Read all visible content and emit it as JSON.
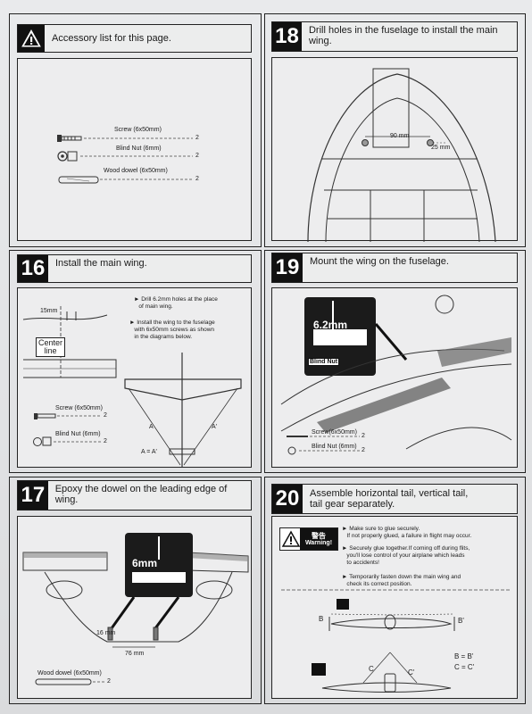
{
  "acc": {
    "title": "Accessory list for this page.",
    "screw": "Screw (6x50mm)",
    "nut": "Blind Nut (6mm)",
    "dowel": "Wood dowel (6x50mm)",
    "qty": "2"
  },
  "s18": {
    "num": "18",
    "title": "Drill holes in the fuselage to install the main wing.",
    "d1": "90 mm",
    "d2": "25 mm"
  },
  "s16": {
    "num": "16",
    "title": "Install the main wing.",
    "dim": "15mm",
    "center": "Center",
    "line": "line",
    "note1": "Drill 6.2mm holes at the place",
    "note1b": "of main wing.",
    "note2": "Install the wing to the fuselage",
    "note2b": "with 6x50mm screws as shown",
    "note2c": "in the diagrams below.",
    "screw": "Screw (6x50mm)",
    "nut": "Blind Nut (6mm)",
    "qty": "2",
    "a": "A",
    "a2": "A'",
    "eq": "A = A'"
  },
  "s19": {
    "num": "19",
    "title": "Mount the wing on the fuselage.",
    "drill": "6.2mm",
    "blind": "Blind Nut",
    "screw": "Screw(6x50mm)",
    "nut": "Blind Nut (6mm)",
    "qty": "2"
  },
  "s17": {
    "num": "17",
    "title": "Epoxy the dowel on the leading edge of wing.",
    "drill": "6mm",
    "d1": "16 mm",
    "d2": "76 mm",
    "dowel": "Wood dowel (6x50mm)",
    "qty": "2"
  },
  "s20": {
    "num": "20",
    "title1": "Assemble horizontal tail, vertical tail,",
    "title2": "tail gear separately.",
    "warn_cn": "警告",
    "warn": "Warning!",
    "n1": "Make sure to glue securely.",
    "n1b": "If not properly glued, a failure in flight may occur.",
    "n2": "Securely glue together.If coming off during flits,",
    "n2b": "you'll lose  control of your airplane which leads",
    "n2c": "to accidents!",
    "n3": "Temporarily fasten down the main wing and",
    "n3b": "check its correct position.",
    "b": "B",
    "b2": "B'",
    "c": "C",
    "c2": "C'",
    "eq1": "B = B'",
    "eq2": "C = C'"
  }
}
